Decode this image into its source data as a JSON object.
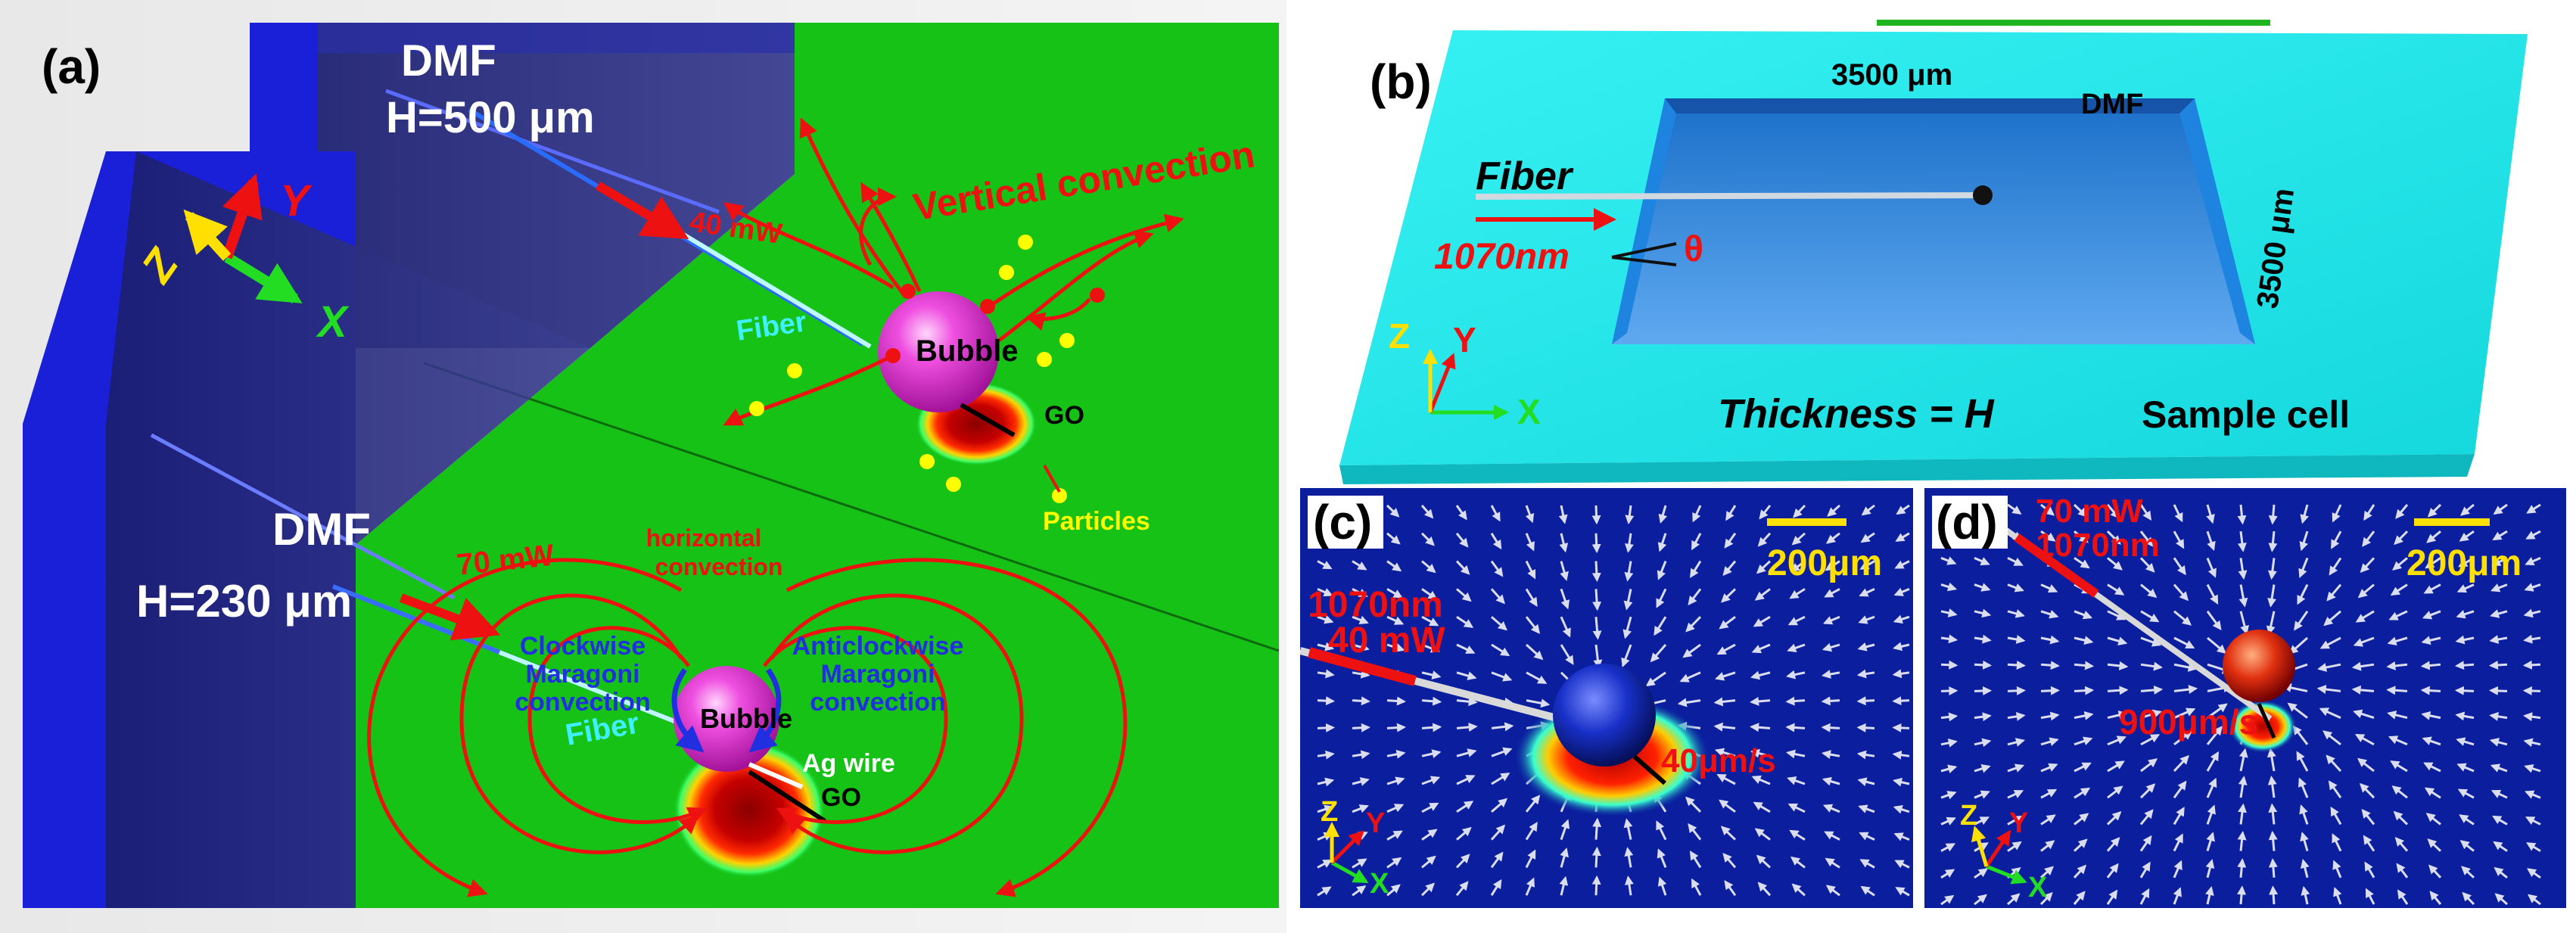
{
  "panels": {
    "a": {
      "label": "(a)",
      "upper_block": {
        "liquid": "DMF",
        "height": "H=500 μm"
      },
      "lower_block": {
        "liquid": "DMF",
        "height": "H=230 μm"
      },
      "axes": {
        "x": "X",
        "y": "Y",
        "z": "Z"
      },
      "upper": {
        "power": "40 mW",
        "fiber": "Fiber",
        "bubble": "Bubble",
        "go": "GO",
        "particles": "Particles",
        "convection": "Vertical convection"
      },
      "lower": {
        "power": "70 mW",
        "fiber": "Fiber",
        "bubble": "Bubble",
        "go": "GO",
        "ag_wire": "Ag wire",
        "horizontal_1": "horizontal",
        "horizontal_2": "convection",
        "clockwise_1": "Clockwise",
        "clockwise_2": "Maragoni",
        "clockwise_3": "convection",
        "anticlockwise_1": "Anticlockwise",
        "anticlockwise_2": "Maragoni",
        "anticlockwise_3": "convection"
      }
    },
    "b": {
      "label": "(b)",
      "width": "3500 μm",
      "length": "3500 μm",
      "liquid": "DMF",
      "fiber": "Fiber",
      "wavelength": "1070nm",
      "angle": "θ",
      "thickness": "Thickness = H",
      "cell": "Sample cell",
      "axes": {
        "x": "X",
        "y": "Y",
        "z": "Z"
      }
    },
    "c": {
      "label": "(c)",
      "scale": "200μm",
      "wavelength": "1070nm",
      "power": "40 mW",
      "velocity": "40μm/s",
      "axes": {
        "x": "X",
        "y": "Y",
        "z": "Z"
      }
    },
    "d": {
      "label": "(d)",
      "scale": "200μm",
      "power": "70 mW",
      "wavelength": "1070nm",
      "velocity": "900μm/s",
      "axes": {
        "x": "X",
        "y": "Y",
        "z": "Z"
      }
    }
  },
  "colors": {
    "liquid_green": "#16c216",
    "block_blue": "#1a1fd8",
    "cell_cyan": "#1fe6ea",
    "field_blue": "#0a1e9e",
    "bubble_pink": "#ee3dde",
    "laser_red": "#ee1111",
    "marker_yellow": "#ffff00"
  }
}
